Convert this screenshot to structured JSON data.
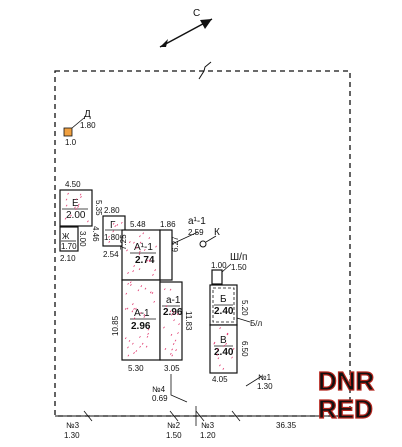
{
  "north_label": "С",
  "labels": {
    "E_name": "Е",
    "E_area": "2.00",
    "Zh_name": "Ж",
    "Zh_area": "1.70",
    "G_name": "Г",
    "G_area": "1.80",
    "A1_1_name": "А¹-1",
    "A1_1_area": "2.74",
    "a1_1_name": "а¹-1",
    "a1_1_area": "2.59",
    "A_1_name": "А-1",
    "A_1_area": "2.96",
    "a_1_name": "а-1",
    "a_1_area": "2.96",
    "B_name": "Б",
    "B_area": "2.40",
    "V_name": "В",
    "V_area": "2.40",
    "D_name": "Д",
    "D_area": "1.80",
    "K_name": "К",
    "Shp_name": "Ш/п",
    "Shp_area": "1.50",
    "Bl_name": "Б/л"
  },
  "dimensions": {
    "E_w": "4.50",
    "E_h": "5.35",
    "Zh_w": "2.10",
    "Zh_h": "3.00",
    "G_w": "2.80",
    "G_h": "4.46",
    "G_w2": "2.54",
    "A1_w": "5.48",
    "A1_h": "7.25",
    "a1_w": "1.86",
    "a1_h": "6.27",
    "A_h": "10.85",
    "A_w": "5.30",
    "a_h": "11.83",
    "a_w": "3.05",
    "B_top": "1.00",
    "B_h": "5.20",
    "V_h": "6.50",
    "BV_w": "4.05",
    "D_w": "1.0"
  },
  "markers": {
    "n1_name": "№1",
    "n1_val": "1.30",
    "n2_name": "№2",
    "n2_val": "1.50",
    "n3_name": "№3",
    "n3_val": "1.30",
    "n3b_name": "№3",
    "n3b_val": "1.20",
    "n4_name": "№4",
    "n4_val": "0.69",
    "bottom_len": "36.35"
  },
  "watermark": {
    "line1": "DNR",
    "line2": "RED"
  },
  "colors": {
    "line": "#111111",
    "dot": "#e0336b",
    "shed": "#f0a040",
    "wm": "#b5261e"
  }
}
